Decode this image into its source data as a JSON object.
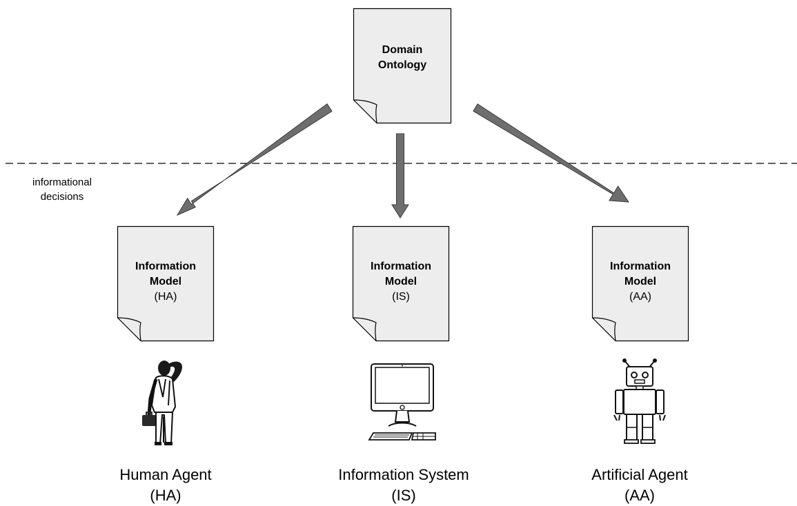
{
  "ontology": {
    "title_line1": "Domain",
    "title_line2": "Ontology"
  },
  "boundary_label": {
    "line1": "informational",
    "line2": "decisions"
  },
  "models": [
    {
      "title_line1": "Information",
      "title_line2": "Model",
      "code": "(HA)"
    },
    {
      "title_line1": "Information",
      "title_line2": "Model",
      "code": "(IS)"
    },
    {
      "title_line1": "Information",
      "title_line2": "Model",
      "code": "(AA)"
    }
  ],
  "agents": [
    {
      "name": "Human Agent",
      "code": "(HA)",
      "icon": "businessman-icon"
    },
    {
      "name": "Information System",
      "code": "(IS)",
      "icon": "desktop-computer-icon"
    },
    {
      "name": "Artificial Agent",
      "code": "(AA)",
      "icon": "robot-icon"
    }
  ],
  "colors": {
    "document_fill": "#ededed",
    "arrow": "#6e6e6e",
    "line": "#000000"
  }
}
